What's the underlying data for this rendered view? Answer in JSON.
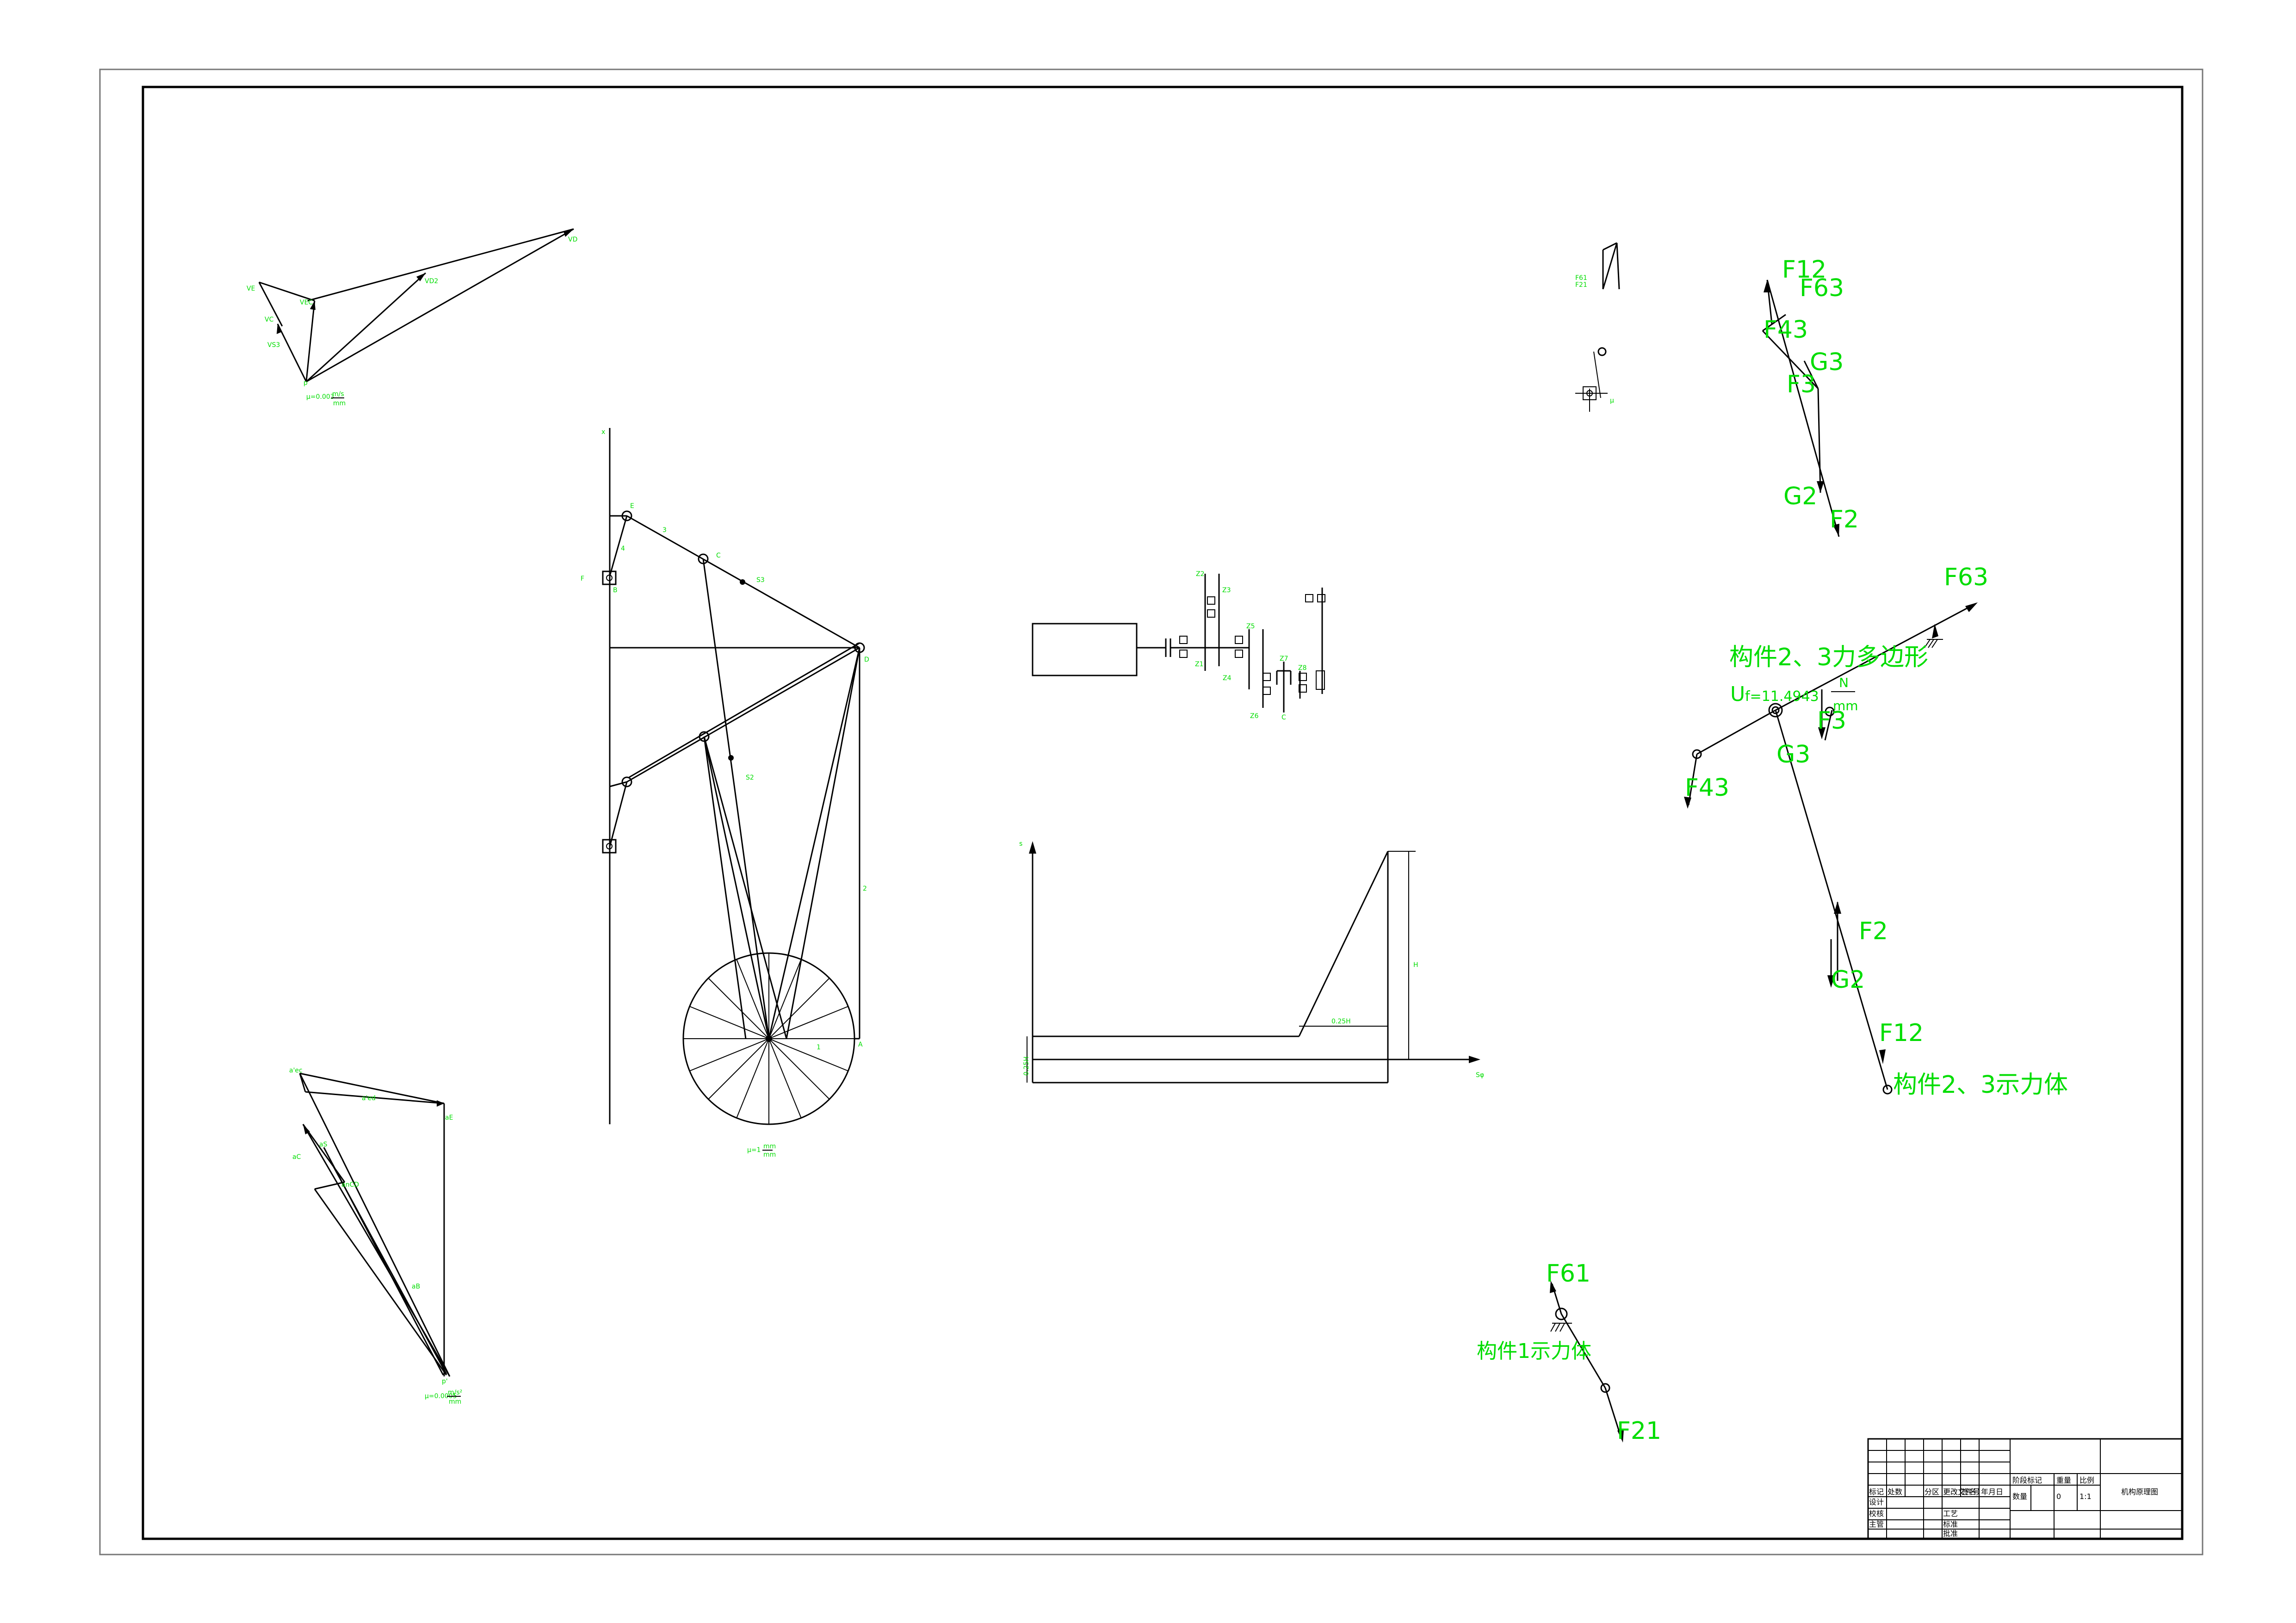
{
  "mechanism": {
    "joints": [
      "E",
      "F",
      "C",
      "D",
      "B",
      "A"
    ],
    "links": [
      "3",
      "4",
      "2",
      "1"
    ],
    "mass_centers": [
      "S3",
      "S2"
    ],
    "axis": "x",
    "scale": "μ=1",
    "scale_unit_num": "mm",
    "scale_unit_den": "mm"
  },
  "velocity_polygon": {
    "labels": [
      "VE",
      "VC",
      "VS3",
      "VEC",
      "VD2",
      "VD",
      "p"
    ],
    "scale_prefix": "μ=0.003",
    "scale_num": "m/s",
    "scale_den": "mm"
  },
  "acceleration_polygon": {
    "labels": [
      "a'ec",
      "a'ed",
      "aE",
      "aC",
      "aS",
      "anCD",
      "aB",
      "p'"
    ],
    "scale_prefix": "μ=0.0005",
    "scale_num": "m/s²",
    "scale_den": "mm"
  },
  "gear_train": {
    "labels": [
      "Z2",
      "Z1",
      "Z3",
      "Z4",
      "Z5",
      "Z6",
      "Z7",
      "Z8",
      "C"
    ]
  },
  "cam_diagram": {
    "y_axis": "s",
    "x_axis": "Sφ",
    "dim_horizontal": "0.25H",
    "dim_vertical": "H",
    "dim_base": "0.25H"
  },
  "force_polygon_small": {
    "labels": [
      "F61",
      "F21",
      "μ"
    ]
  },
  "force_polygon_1": {
    "labels": [
      "F12",
      "F63",
      "F43",
      "G3",
      "F3",
      "G2",
      "F2"
    ]
  },
  "force_diagram_2_3": {
    "title": "构件2、3力多边形",
    "scale_prefix": "U",
    "scale_value": "f=11.4943",
    "scale_num": "N",
    "scale_den": "mm",
    "labels": [
      "F63",
      "F43",
      "G3",
      "F3",
      "F2",
      "G2",
      "F12"
    ],
    "caption": "构件2、3示力体"
  },
  "force_diagram_1": {
    "labels": [
      "F61",
      "F21"
    ],
    "caption": "构件1示力体"
  },
  "title_block": {
    "row_labels": [
      "标记",
      "处数",
      "分区",
      "更改文件号",
      "签名",
      "年月日"
    ],
    "left_labels": [
      "设计",
      "校核",
      "主管"
    ],
    "mid_labels": [
      "工艺",
      "标准",
      "批准"
    ],
    "stage_label": "阶段标记",
    "weight_label": "重量",
    "scale_label": "比例",
    "scale_value": "1:1",
    "quantity_label": "数量",
    "quantity_value": "0",
    "drawing_title": "机构原理图"
  }
}
